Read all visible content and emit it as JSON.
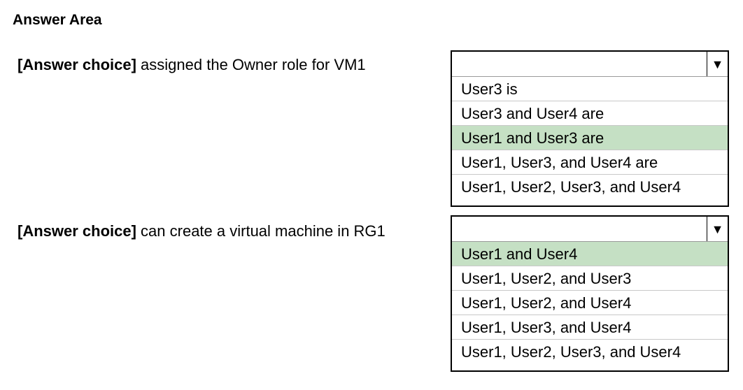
{
  "answer_area": {
    "title": "Answer Area"
  },
  "questions": [
    {
      "prefix": "[Answer choice]",
      "text": " assigned the Owner role for VM1",
      "arrow_icon": "▼",
      "options": [
        {
          "label": "User3 is",
          "selected": false
        },
        {
          "label": "User3 and User4 are",
          "selected": false
        },
        {
          "label": "User1 and User3 are",
          "selected": true
        },
        {
          "label": "User1, User3, and User4 are",
          "selected": false
        },
        {
          "label": "User1, User2, User3, and User4",
          "selected": false
        }
      ]
    },
    {
      "prefix": "[Answer choice]",
      "text": " can create a virtual machine in RG1",
      "arrow_icon": "▼",
      "options": [
        {
          "label": "User1 and User4",
          "selected": true
        },
        {
          "label": "User1, User2, and User3",
          "selected": false
        },
        {
          "label": "User1, User2, and User4",
          "selected": false
        },
        {
          "label": "User1, User3, and User4",
          "selected": false
        },
        {
          "label": "User1, User2, User3, and User4",
          "selected": false
        }
      ]
    }
  ],
  "colors": {
    "selected_bg": "#c5e0c4",
    "border": "#000000"
  }
}
